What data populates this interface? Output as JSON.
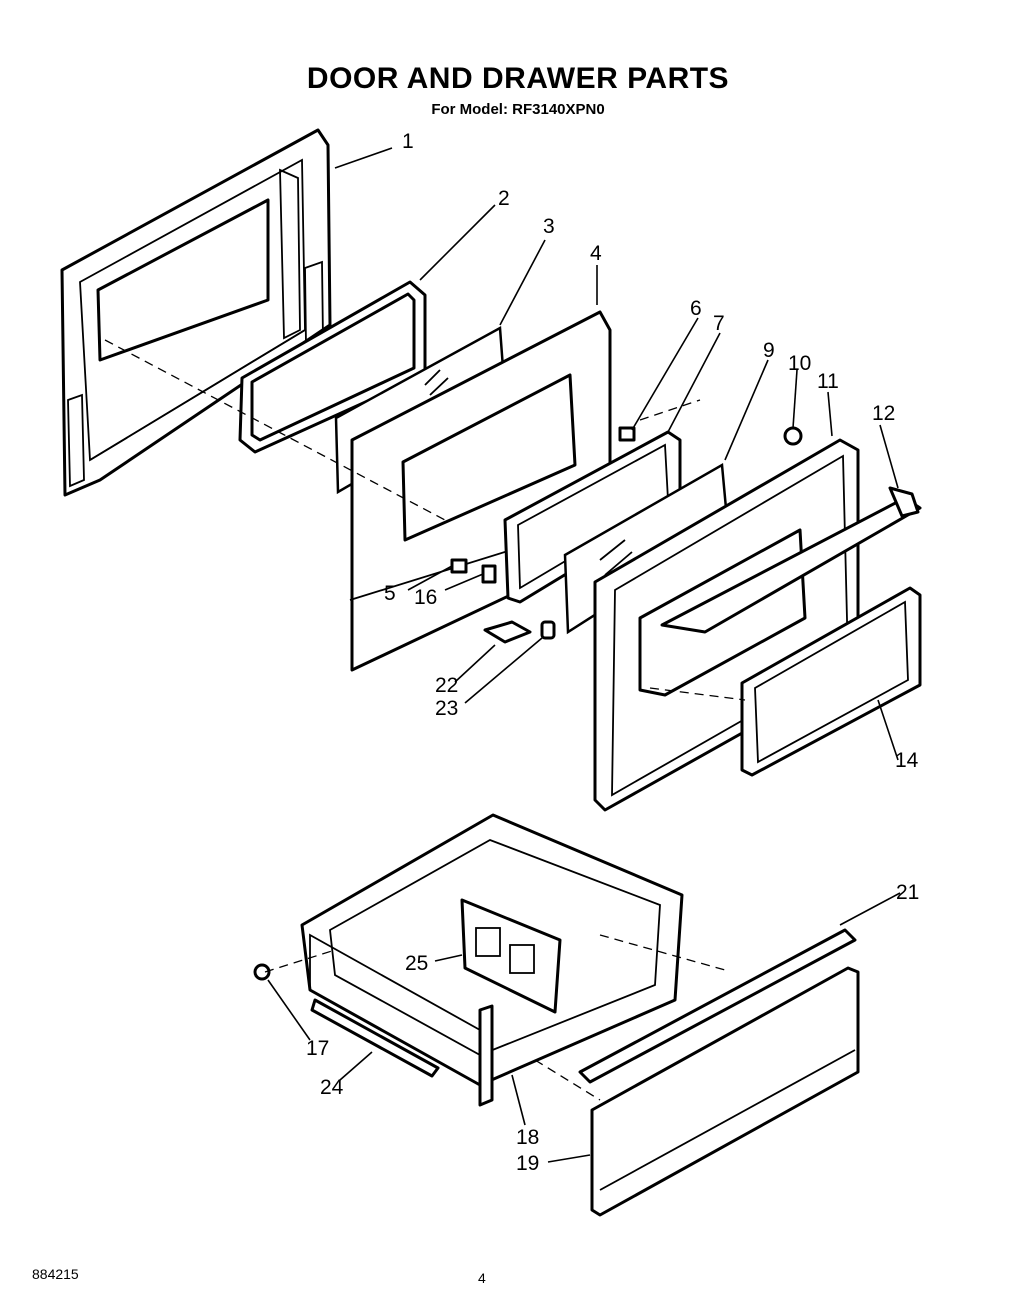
{
  "header": {
    "title": "DOOR AND DRAWER PARTS",
    "subtitle": "For Model: RF3140XPN0"
  },
  "callouts": {
    "c1": "1",
    "c2": "2",
    "c3": "3",
    "c4": "4",
    "c5": "5",
    "c6": "6",
    "c7": "7",
    "c9": "9",
    "c10": "10",
    "c11": "11",
    "c12": "12",
    "c14": "14",
    "c16": "16",
    "c17": "17",
    "c18": "18",
    "c19": "19",
    "c21": "21",
    "c22": "22",
    "c23": "23",
    "c24": "24",
    "c25": "25"
  },
  "footer": {
    "doc_number": "884215",
    "page_number": "4"
  }
}
